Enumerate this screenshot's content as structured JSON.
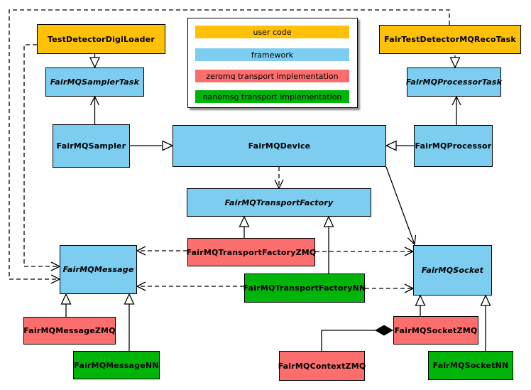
{
  "colors": {
    "user": "#FFC107",
    "framework": "#7CCDF0",
    "zmq": "#FA6E6E",
    "nn": "#00B40A",
    "border": "#000000",
    "background": "#FFFFFF",
    "legend_shadow": "#8A8A8A"
  },
  "legend": {
    "items": [
      {
        "label": "user code",
        "category": "user"
      },
      {
        "label": "framework",
        "category": "framework"
      },
      {
        "label": "zeromq transport implementation",
        "category": "zmq"
      },
      {
        "label": "nanomsg transport implementation",
        "category": "nn"
      }
    ]
  },
  "nodes": {
    "testDetectorDigiLoader": {
      "label": "TestDetectorDigiLoader",
      "category": "user",
      "abstract": false
    },
    "fairTestDetectorMQRecoTask": {
      "label": "FairTestDetectorMQRecoTask",
      "category": "user",
      "abstract": false
    },
    "fairMQSamplerTask": {
      "label": "FairMQSamplerTask",
      "category": "framework",
      "abstract": true
    },
    "fairMQProcessorTask": {
      "label": "FairMQProcessorTask",
      "category": "framework",
      "abstract": true
    },
    "fairMQSampler": {
      "label": "FairMQSampler",
      "category": "framework",
      "abstract": false
    },
    "fairMQDevice": {
      "label": "FairMQDevice",
      "category": "framework",
      "abstract": false
    },
    "fairMQProcessor": {
      "label": "FairMQProcessor",
      "category": "framework",
      "abstract": false
    },
    "fairMQTransportFactory": {
      "label": "FairMQTransportFactory",
      "category": "framework",
      "abstract": true
    },
    "fairMQTransportFactoryZMQ": {
      "label": "FairMQTransportFactoryZMQ",
      "category": "zmq",
      "abstract": false
    },
    "fairMQTransportFactoryNN": {
      "label": "FairMQTransportFactoryNN",
      "category": "nn",
      "abstract": false
    },
    "fairMQMessage": {
      "label": "FairMQMessage",
      "category": "framework",
      "abstract": true
    },
    "fairMQSocket": {
      "label": "FairMQSocket",
      "category": "framework",
      "abstract": true
    },
    "fairMQMessageZMQ": {
      "label": "FairMQMessageZMQ",
      "category": "zmq",
      "abstract": false
    },
    "fairMQMessageNN": {
      "label": "FairMQMessageNN",
      "category": "nn",
      "abstract": false
    },
    "fairMQSocketZMQ": {
      "label": "FairMQSocketZMQ",
      "category": "zmq",
      "abstract": false
    },
    "fairMQContextZMQ": {
      "label": "FairMQContextZMQ",
      "category": "zmq",
      "abstract": false
    },
    "fairMQSocketNN": {
      "label": "FairMQSocketNN",
      "category": "nn",
      "abstract": false
    }
  },
  "edges": [
    {
      "from": "TestDetectorDigiLoader",
      "to": "FairMQSamplerTask",
      "type": "solid-hollow-triangle"
    },
    {
      "from": "FairTestDetectorMQRecoTask",
      "to": "FairMQProcessorTask",
      "type": "solid-hollow-triangle"
    },
    {
      "from": "FairMQSampler",
      "to": "FairMQSamplerTask",
      "type": "solid-open-arrow"
    },
    {
      "from": "FairMQProcessor",
      "to": "FairMQProcessorTask",
      "type": "solid-open-arrow"
    },
    {
      "from": "FairMQSampler",
      "to": "FairMQDevice",
      "type": "solid-hollow-triangle"
    },
    {
      "from": "FairMQProcessor",
      "to": "FairMQDevice",
      "type": "solid-hollow-triangle"
    },
    {
      "from": "FairMQDevice",
      "to": "FairMQTransportFactory",
      "type": "dashed-open-arrow"
    },
    {
      "from": "FairMQDevice",
      "to": "FairMQSocket",
      "type": "solid-open-arrow"
    },
    {
      "from": "FairMQTransportFactoryZMQ",
      "to": "FairMQTransportFactory",
      "type": "solid-hollow-triangle"
    },
    {
      "from": "FairMQTransportFactoryNN",
      "to": "FairMQTransportFactory",
      "type": "solid-hollow-triangle"
    },
    {
      "from": "FairMQTransportFactoryZMQ",
      "to": "FairMQMessage",
      "type": "dashed-open-arrow"
    },
    {
      "from": "FairMQTransportFactoryZMQ",
      "to": "FairMQSocket",
      "type": "dashed-open-arrow"
    },
    {
      "from": "FairMQTransportFactoryNN",
      "to": "FairMQMessage",
      "type": "dashed-open-arrow"
    },
    {
      "from": "FairMQTransportFactoryNN",
      "to": "FairMQSocket",
      "type": "dashed-open-arrow"
    },
    {
      "from": "TestDetectorDigiLoader",
      "to": "FairMQMessage",
      "type": "dashed-open-arrow"
    },
    {
      "from": "FairTestDetectorMQRecoTask",
      "to": "FairMQMessage",
      "type": "dashed-open-arrow"
    },
    {
      "from": "FairMQMessageZMQ",
      "to": "FairMQMessage",
      "type": "solid-hollow-triangle"
    },
    {
      "from": "FairMQMessageNN",
      "to": "FairMQMessage",
      "type": "solid-hollow-triangle"
    },
    {
      "from": "FairMQSocketZMQ",
      "to": "FairMQSocket",
      "type": "solid-hollow-triangle"
    },
    {
      "from": "FairMQSocketNN",
      "to": "FairMQSocket",
      "type": "solid-hollow-triangle"
    },
    {
      "from": "FairMQContextZMQ",
      "to": "FairMQSocketZMQ",
      "type": "solid-filled-diamond"
    }
  ]
}
